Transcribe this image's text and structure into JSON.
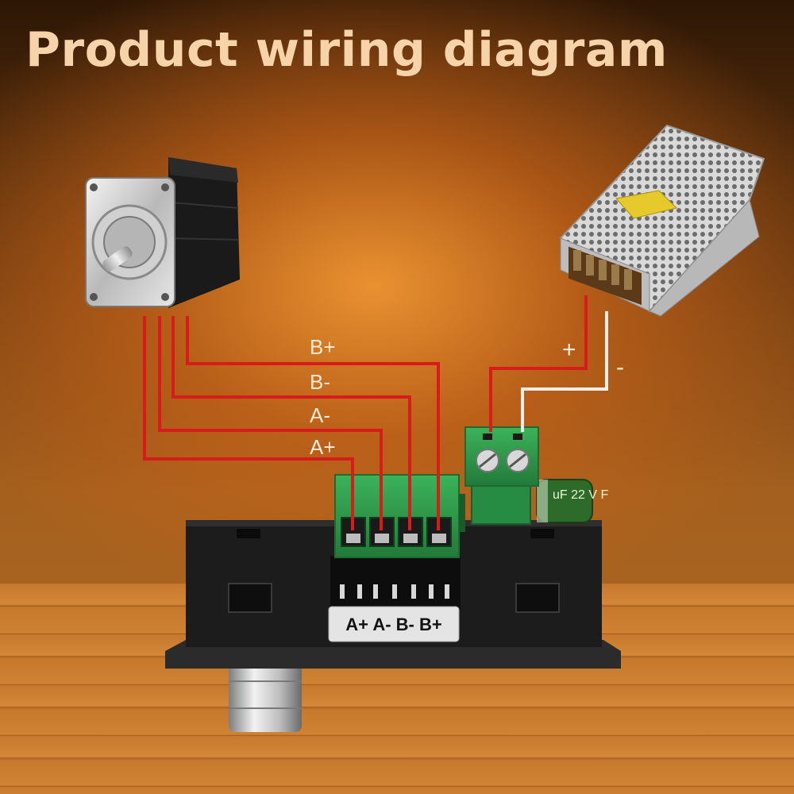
{
  "title": "Product wiring diagram",
  "motor_wires": {
    "labels": [
      "B+",
      "B-",
      "A-",
      "A+"
    ]
  },
  "power_wires": {
    "plus": "+",
    "minus": "-"
  },
  "terminal_plate": {
    "text": "A+ A- B- B+"
  },
  "capacitor": {
    "text": "uF 22 V F"
  },
  "colors": {
    "wire_red": "#d81c1c",
    "wire_white": "#f2efe8",
    "terminal_green": "#2f9a4a",
    "controller_body": "#1c1c1c"
  }
}
